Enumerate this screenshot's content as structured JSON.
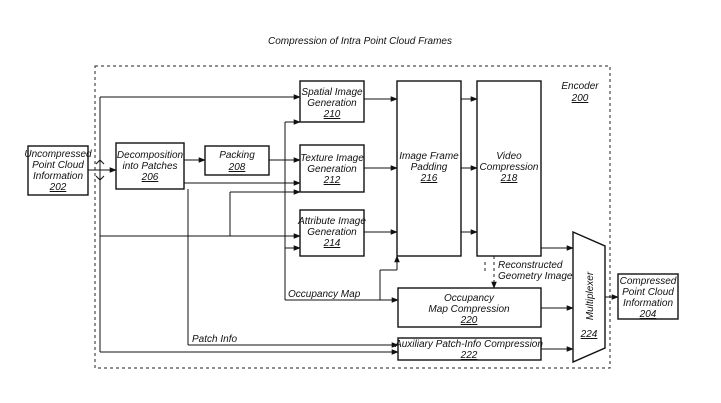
{
  "title": "Compression of Intra Point Cloud Frames",
  "encoder": {
    "label": "Encoder",
    "number": "200"
  },
  "input": {
    "line1": "Uncompressed",
    "line2": "Point Cloud",
    "line3": "Information",
    "number": "202"
  },
  "output": {
    "line1": "Compressed",
    "line2": "Point Cloud",
    "line3": "Information",
    "number": "204"
  },
  "decomposition": {
    "line1": "Decomposition",
    "line2": "into Patches",
    "number": "206"
  },
  "packing": {
    "line1": "Packing",
    "number": "208"
  },
  "spatial": {
    "line1": "Spatial Image",
    "line2": "Generation",
    "number": "210"
  },
  "texture": {
    "line1": "Texture Image",
    "line2": "Generation",
    "number": "212"
  },
  "attribute": {
    "line1": "Attribute Image",
    "line2": "Generation",
    "number": "214"
  },
  "padding": {
    "line1": "Image Frame",
    "line2": "Padding",
    "number": "216"
  },
  "video": {
    "line1": "Video",
    "line2": "Compression",
    "number": "218"
  },
  "occupancy": {
    "line1": "Occupancy",
    "line2": "Map Compression",
    "number": "220"
  },
  "aux": {
    "line1": "Auxiliary Patch-Info Compression",
    "number": "222"
  },
  "mux": {
    "line1": "Multiplexer",
    "number": "224"
  },
  "labels": {
    "occupancy_map": "Occupancy Map",
    "patch_info": "Patch Info",
    "reconstructed_1": "Reconstructed",
    "reconstructed_2": "Geometry Image"
  }
}
